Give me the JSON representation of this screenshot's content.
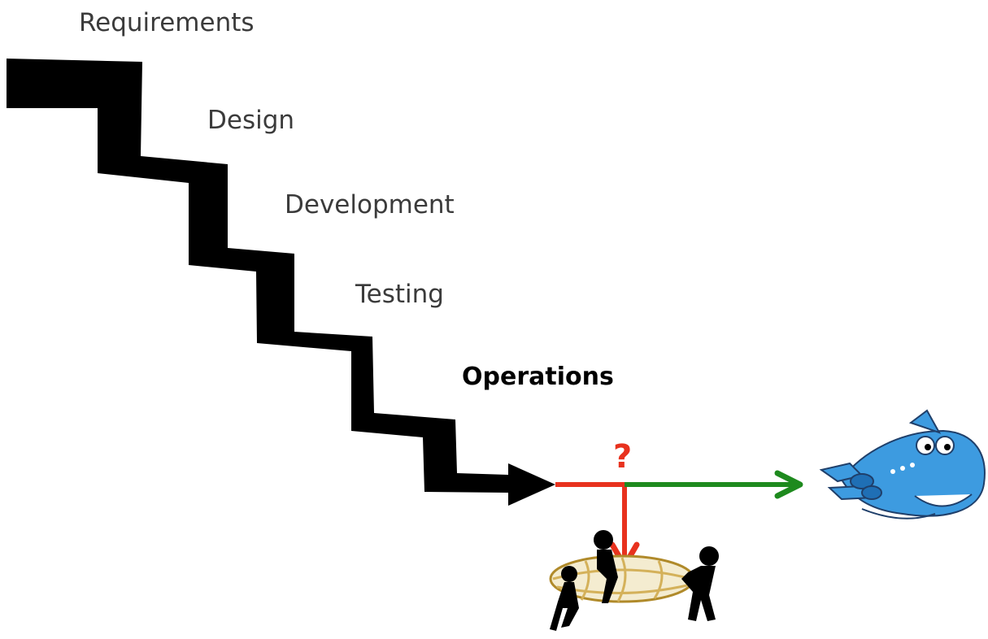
{
  "diagram": {
    "stages": [
      "Requirements",
      "Design",
      "Development",
      "Testing",
      "Operations"
    ],
    "question_mark": "?"
  },
  "colors": {
    "staircase": "#000000",
    "failure_arrow": "#e8321e",
    "success_arrow": "#1e8a1e",
    "plane_body": "#3d9be0",
    "plane_shade": "#1f6fb5",
    "net": "#d4b15a"
  },
  "icons": {
    "success": "smiling-airplane-icon",
    "failure": "safety-net-rescue-icon"
  }
}
